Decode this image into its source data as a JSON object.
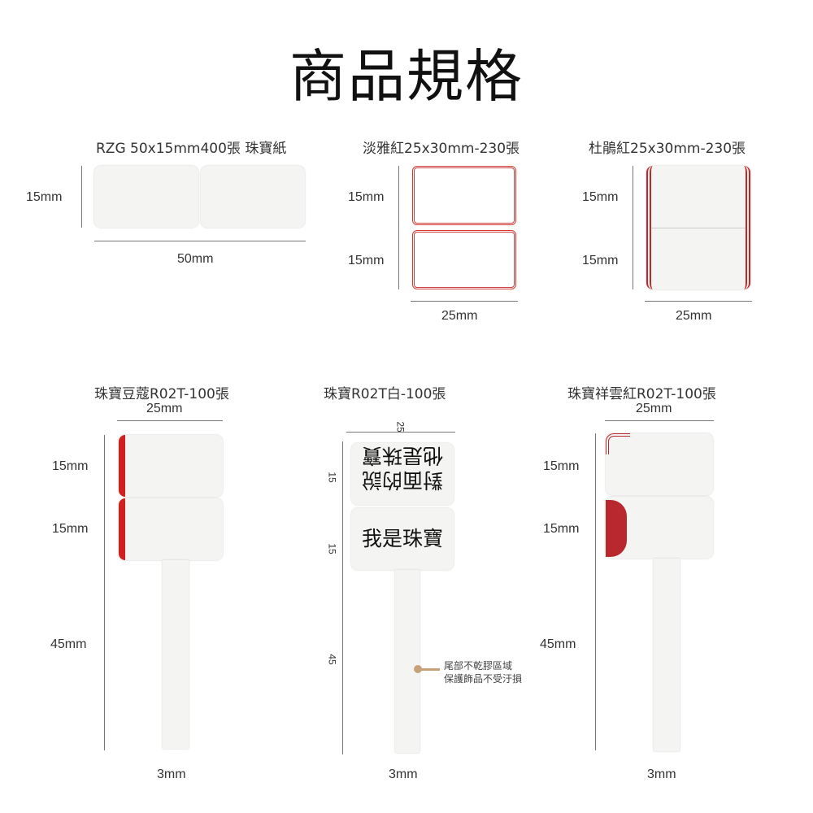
{
  "title": "商品規格",
  "products": [
    {
      "name": "RZG 50x15mm400張 珠寶紙",
      "dims": [
        "15mm",
        "50mm"
      ]
    },
    {
      "name": "淡雅紅25x30mm-230張",
      "dims": [
        "15mm",
        "15mm",
        "25mm"
      ]
    },
    {
      "name": "杜鵑紅25x30mm-230張",
      "dims": [
        "15mm",
        "15mm",
        "25mm"
      ]
    },
    {
      "name": "珠寶豆蔻R02T-100張",
      "dims": [
        "25mm",
        "15mm",
        "15mm",
        "45mm",
        "3mm"
      ]
    },
    {
      "name": "珠寶R02T白-100張",
      "dims": [
        "25",
        "15",
        "15",
        "45",
        "3mm"
      ],
      "sample_back": [
        "對面的說",
        "他是珠寶"
      ],
      "sample_front": "我是珠寶",
      "note": [
        "尾部不乾膠區域",
        "保護飾品不受汙損"
      ]
    },
    {
      "name": "珠寶祥雲紅R02T-100張",
      "dims": [
        "25mm",
        "15mm",
        "15mm",
        "45mm",
        "3mm"
      ]
    }
  ],
  "colors": {
    "accent_red": "#d23a3a",
    "note_dot": "#c9a178"
  }
}
